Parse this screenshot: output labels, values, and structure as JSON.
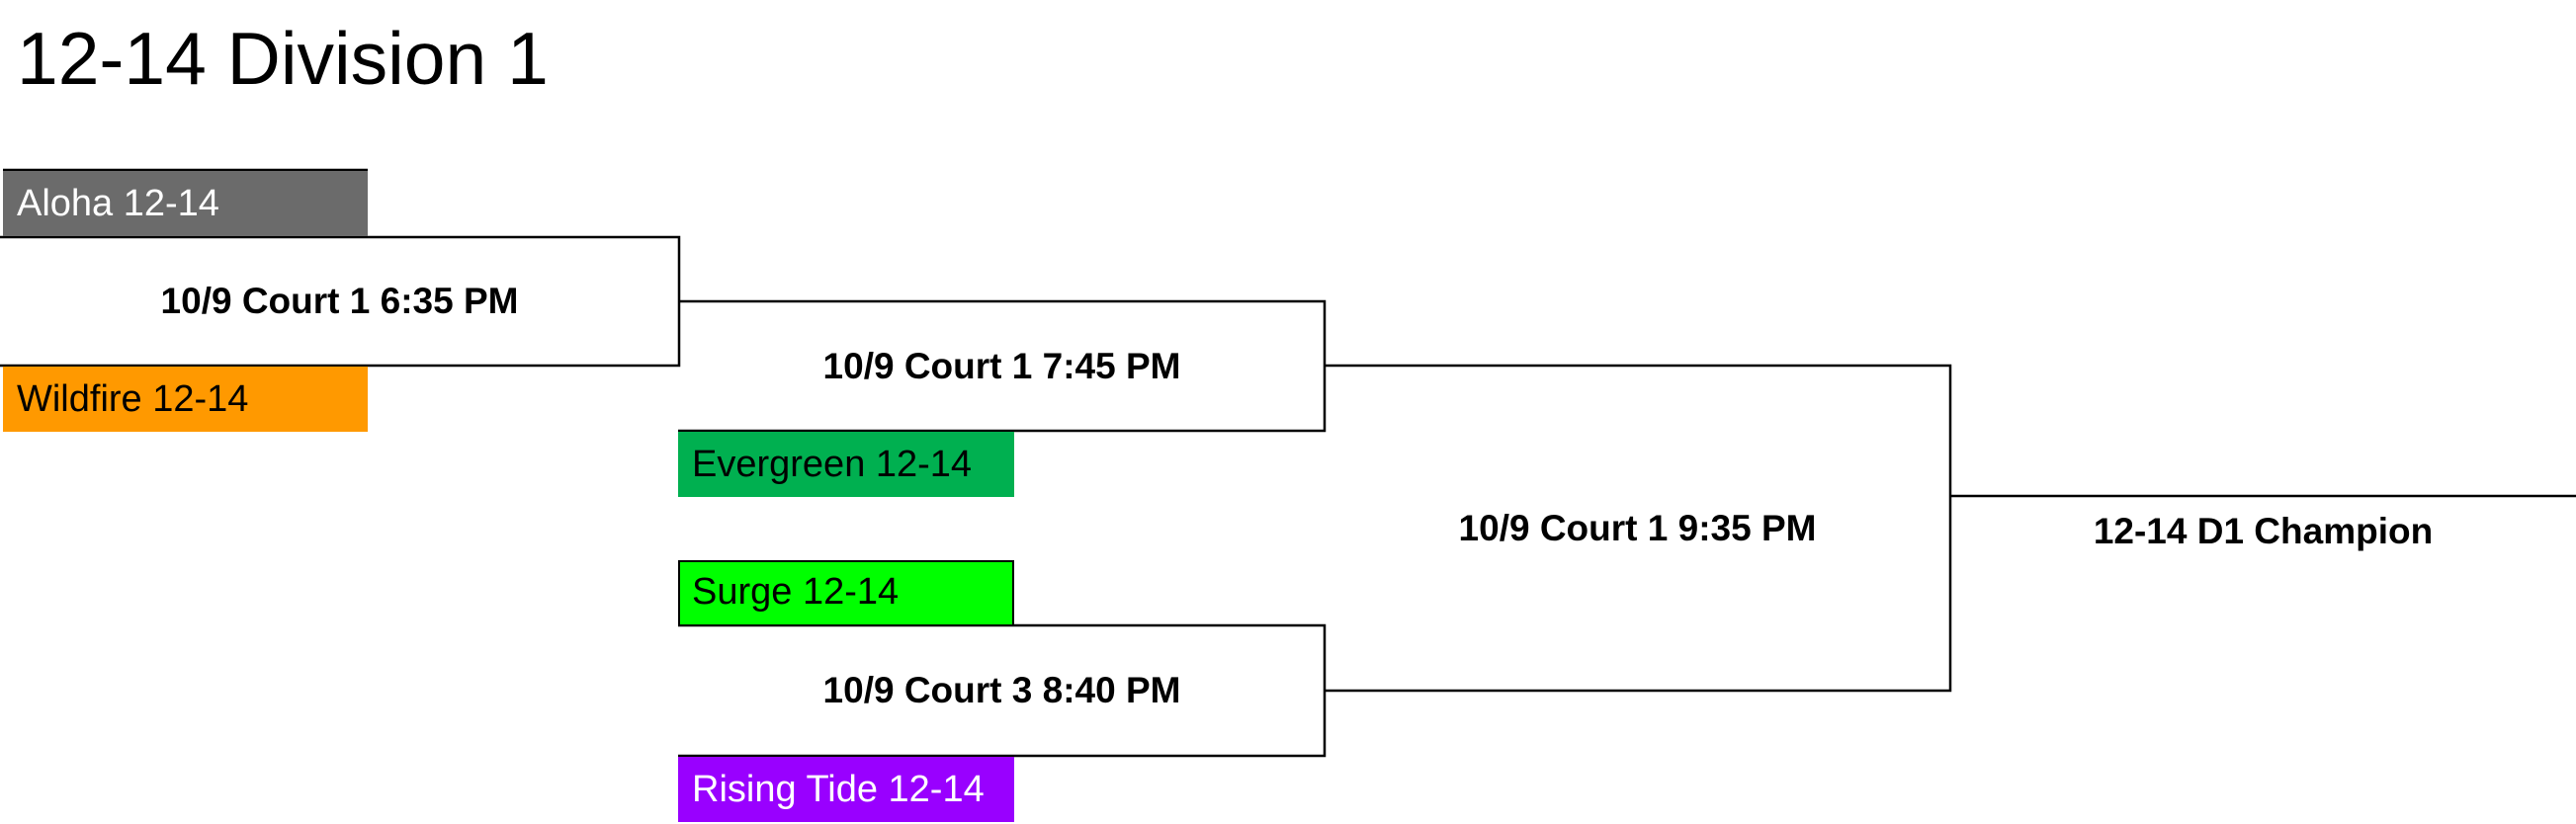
{
  "title": "12-14 Division 1",
  "teams": {
    "aloha": {
      "label": "Aloha 12-14",
      "color": "#6b6b6b",
      "text_color": "#ffffff"
    },
    "wildfire": {
      "label": "Wildfire 12-14",
      "color": "#ff9900",
      "text_color": "#000000"
    },
    "evergreen": {
      "label": "Evergreen 12-14",
      "color": "#00b050",
      "text_color": "#000000"
    },
    "surge": {
      "label": "Surge 12-14",
      "color": "#00ff00",
      "text_color": "#000000"
    },
    "rising_tide": {
      "label": "Rising Tide 12-14",
      "color": "#9900ff",
      "text_color": "#ffffff"
    }
  },
  "games": {
    "game1": "10/9 Court 1 6:35 PM",
    "game2": "10/9 Court 1 7:45 PM",
    "game3": "10/9 Court 3 8:40 PM",
    "game4": "10/9 Court 1 9:35 PM"
  },
  "champion": "12-14 D1 Champion"
}
